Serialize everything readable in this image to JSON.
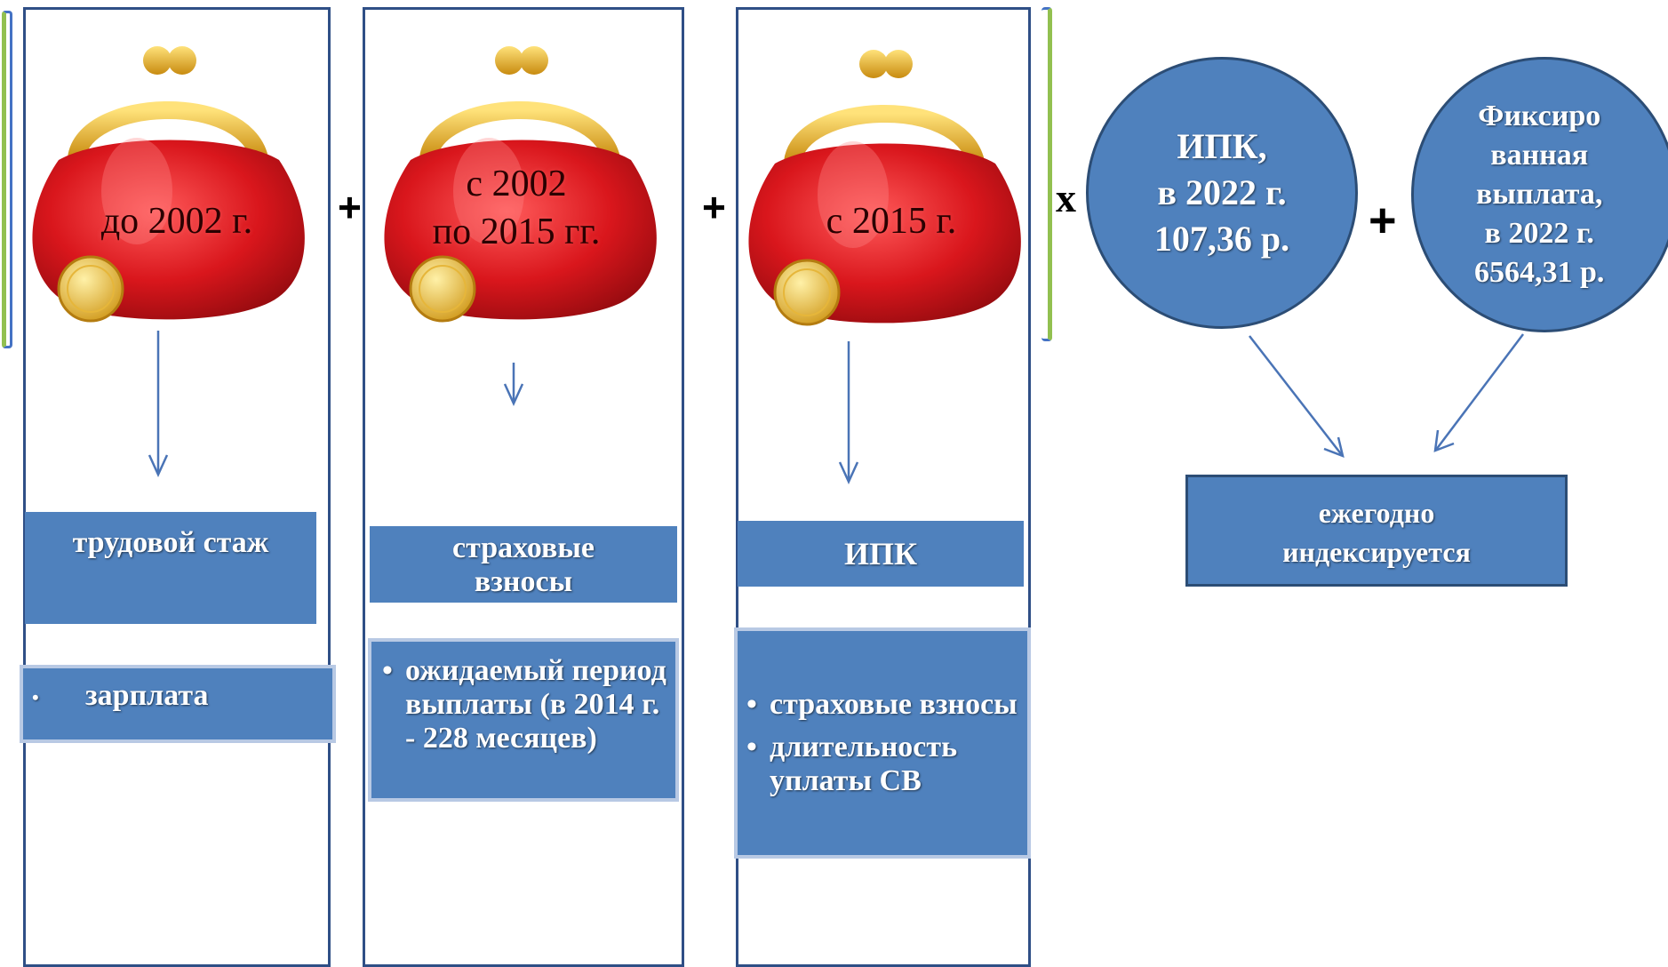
{
  "operators": {
    "plus_1": "+",
    "plus_2": "+",
    "times": "x",
    "plus_3": "+"
  },
  "columns": [
    {
      "purse_label": "до 2002 г.",
      "box_label": "трудовой стаж",
      "list": [
        "зарплата"
      ]
    },
    {
      "purse_label": "с 2002\nпо 2015 гг.",
      "box_label": "страховые\nвзносы",
      "list": [
        "ожидаемый период выплаты (в 2014 г. - 228 месяцев)"
      ]
    },
    {
      "purse_label": "с 2015 г.",
      "box_label": "ИПК",
      "list": [
        "страховые взносы",
        "длительность уплаты СВ"
      ]
    }
  ],
  "circles": {
    "ipk": "ИПК,\nв 2022 г.\n107,36  р.",
    "fixed": "Фиксиро\nванная\nвыплата,\nв 2022 г.\n6564,31 р."
  },
  "indexed_box": "ежегодно\nиндексируется",
  "colors": {
    "box_blue": "#4f81bd",
    "column_border": "#2f4f86",
    "purse_red": "#d9161c",
    "clasp_gold": "#e7a81b",
    "arrow": "#4a74b6"
  }
}
